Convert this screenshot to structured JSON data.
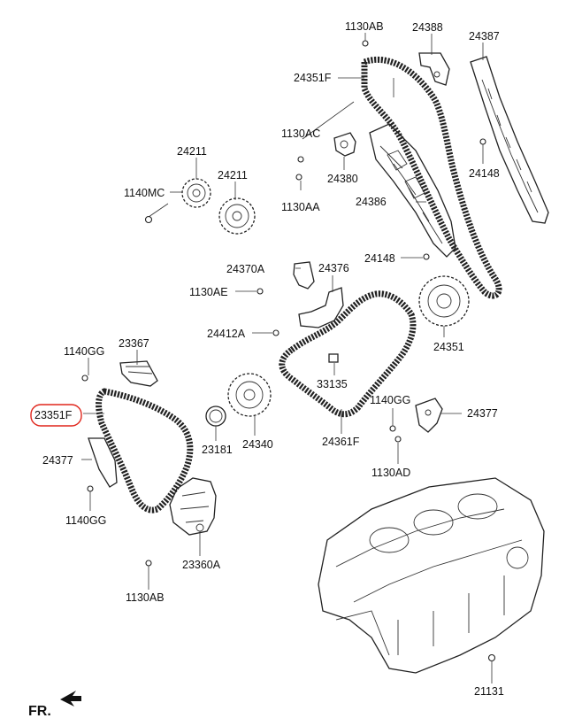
{
  "labels": {
    "l_1130AB_top": "1130AB",
    "l_24388": "24388",
    "l_24387": "24387",
    "l_24351F": "24351F",
    "l_1130AC": "1130AC",
    "l_24211_a": "24211",
    "l_24211_b": "24211",
    "l_1140MC": "1140MC",
    "l_24380": "24380",
    "l_1130AA": "1130AA",
    "l_24148_a": "24148",
    "l_24386": "24386",
    "l_24148_b": "24148",
    "l_24370A": "24370A",
    "l_24376": "24376",
    "l_1130AE": "1130AE",
    "l_24412A": "24412A",
    "l_24351": "24351",
    "l_1140GG_a": "1140GG",
    "l_23367": "23367",
    "l_33135": "33135",
    "l_23351F": "23351F",
    "l_1140GG_b": "1140GG",
    "l_24377_a": "24377",
    "l_23181": "23181",
    "l_24340": "24340",
    "l_24361F": "24361F",
    "l_1130AD": "1130AD",
    "l_24377_b": "24377",
    "l_1140GG_c": "1140GG",
    "l_23360A": "23360A",
    "l_1130AB_bot": "1130AB",
    "l_21131": "21131",
    "l_fr": "FR."
  },
  "highlight_color": "#e0261c"
}
